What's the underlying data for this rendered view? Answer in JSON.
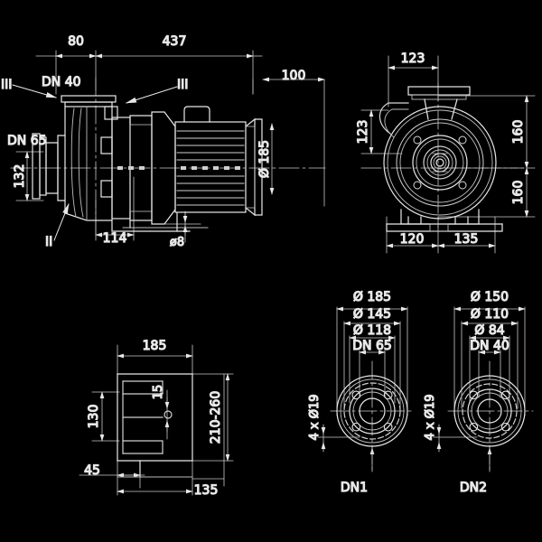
{
  "drawing": {
    "title": "Centrifugal pump dimensional drawing",
    "background_color": "#000000",
    "line_color": "#e8e8e8",
    "thin_line_color": "#9a9a9a",
    "views": [
      {
        "name": "side-elevation-view",
        "position": "top-left"
      },
      {
        "name": "front-elevation-view",
        "position": "top-right"
      },
      {
        "name": "base-plate-view",
        "position": "bottom-left"
      },
      {
        "name": "flange-dn1-view",
        "position": "bottom-center"
      },
      {
        "name": "flange-dn2-view",
        "position": "bottom-right"
      }
    ]
  },
  "side_view": {
    "dim_80": "80",
    "dim_437": "437",
    "dim_100": "100",
    "dim_dn40": "DN 40",
    "dim_dn65": "DN 65",
    "dim_132": "132",
    "dim_114": "114",
    "dim_d185": "Ø 185",
    "dim_d8": "ø8",
    "mark_iii_left": "III",
    "mark_iii_right": "III",
    "mark_ii": "II"
  },
  "front_view": {
    "dim_123_top": "123",
    "dim_123_left": "123",
    "dim_160_upper": "160",
    "dim_160_lower": "160",
    "dim_120": "120",
    "dim_135": "135"
  },
  "base_view": {
    "dim_185": "185",
    "dim_130": "130",
    "dim_15": "15",
    "dim_210_260": "210-260",
    "dim_45": "45",
    "dim_135": "135"
  },
  "flange_dn1": {
    "label": "DN1",
    "outer_d": "Ø 185",
    "bolt_circle_d": "Ø 145",
    "inner_d": "Ø 118",
    "nominal": "DN 65",
    "holes": "4 x Ø19"
  },
  "flange_dn2": {
    "label": "DN2",
    "outer_d": "Ø 150",
    "bolt_circle_d": "Ø 110",
    "inner_d": "Ø 84",
    "nominal": "DN 40",
    "holes": "4 x Ø19"
  }
}
